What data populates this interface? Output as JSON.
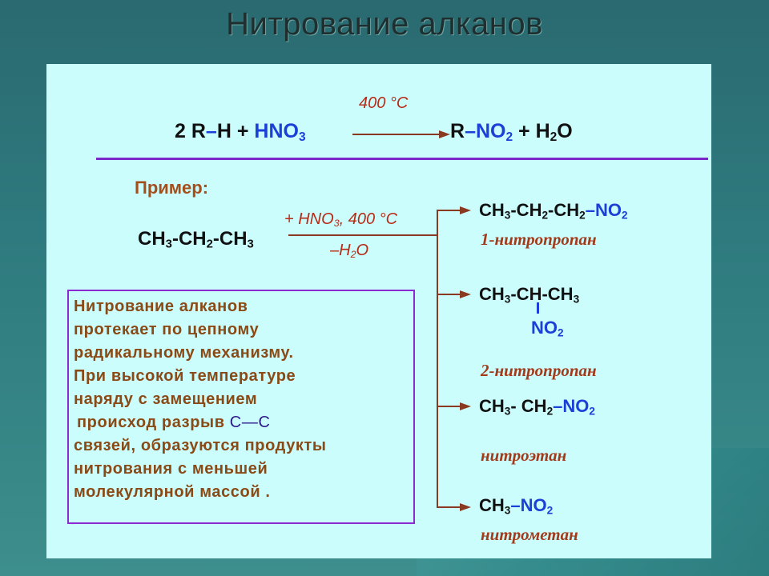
{
  "title": "Нитрование алканов",
  "general_equation": {
    "coefficient": "2",
    "r": "R",
    "h": "H",
    "plus1": "+",
    "hno": "HNO",
    "hno_sub": "3",
    "condition": "400 °C",
    "r2": "R",
    "no": "NO",
    "no_sub": "2",
    "plus2": "+",
    "h2o_h": "H",
    "h2o_sub": "2",
    "h2o_o": "O"
  },
  "example": {
    "label": "Пример:",
    "reactant": [
      "CH",
      "3",
      "-CH",
      "2",
      "-CH",
      "3"
    ],
    "condition_top": [
      "+ HNO",
      "3",
      ", 400 °C"
    ],
    "condition_bottom": [
      "–H",
      "2",
      "O"
    ]
  },
  "products": [
    {
      "formula": [
        "CH",
        "3",
        "-CH",
        "2",
        "-CH",
        "2",
        "–NO",
        "2"
      ],
      "name": "1-нитропропан"
    },
    {
      "formula": [
        "CH",
        "3",
        "-CH-CH",
        "3"
      ],
      "branch": [
        "NO",
        "2"
      ],
      "name": "2-нитропропан"
    },
    {
      "formula": [
        "CH",
        "3",
        "- CH",
        "2",
        "–NO",
        "2"
      ],
      "name": "нитроэтан"
    },
    {
      "formula": [
        "CH",
        "3",
        "–NO",
        "2"
      ],
      "name": "нитрометан"
    }
  ],
  "explanation": {
    "lines": [
      "Нитрование алканов",
      "протекает по цепному",
      "радикальному механизму.",
      "При высокой температуре",
      "наряду с замещением",
      "происход разрыв",
      "связей, образуются продукты",
      "нитрования с меньшей",
      "молекулярной массой ."
    ],
    "bond": "С—С"
  },
  "colors": {
    "accent_blue": "#1c3fd8",
    "brown": "#a44e1c",
    "divider": "#7a28c8",
    "panel": "#ccfdfd"
  }
}
